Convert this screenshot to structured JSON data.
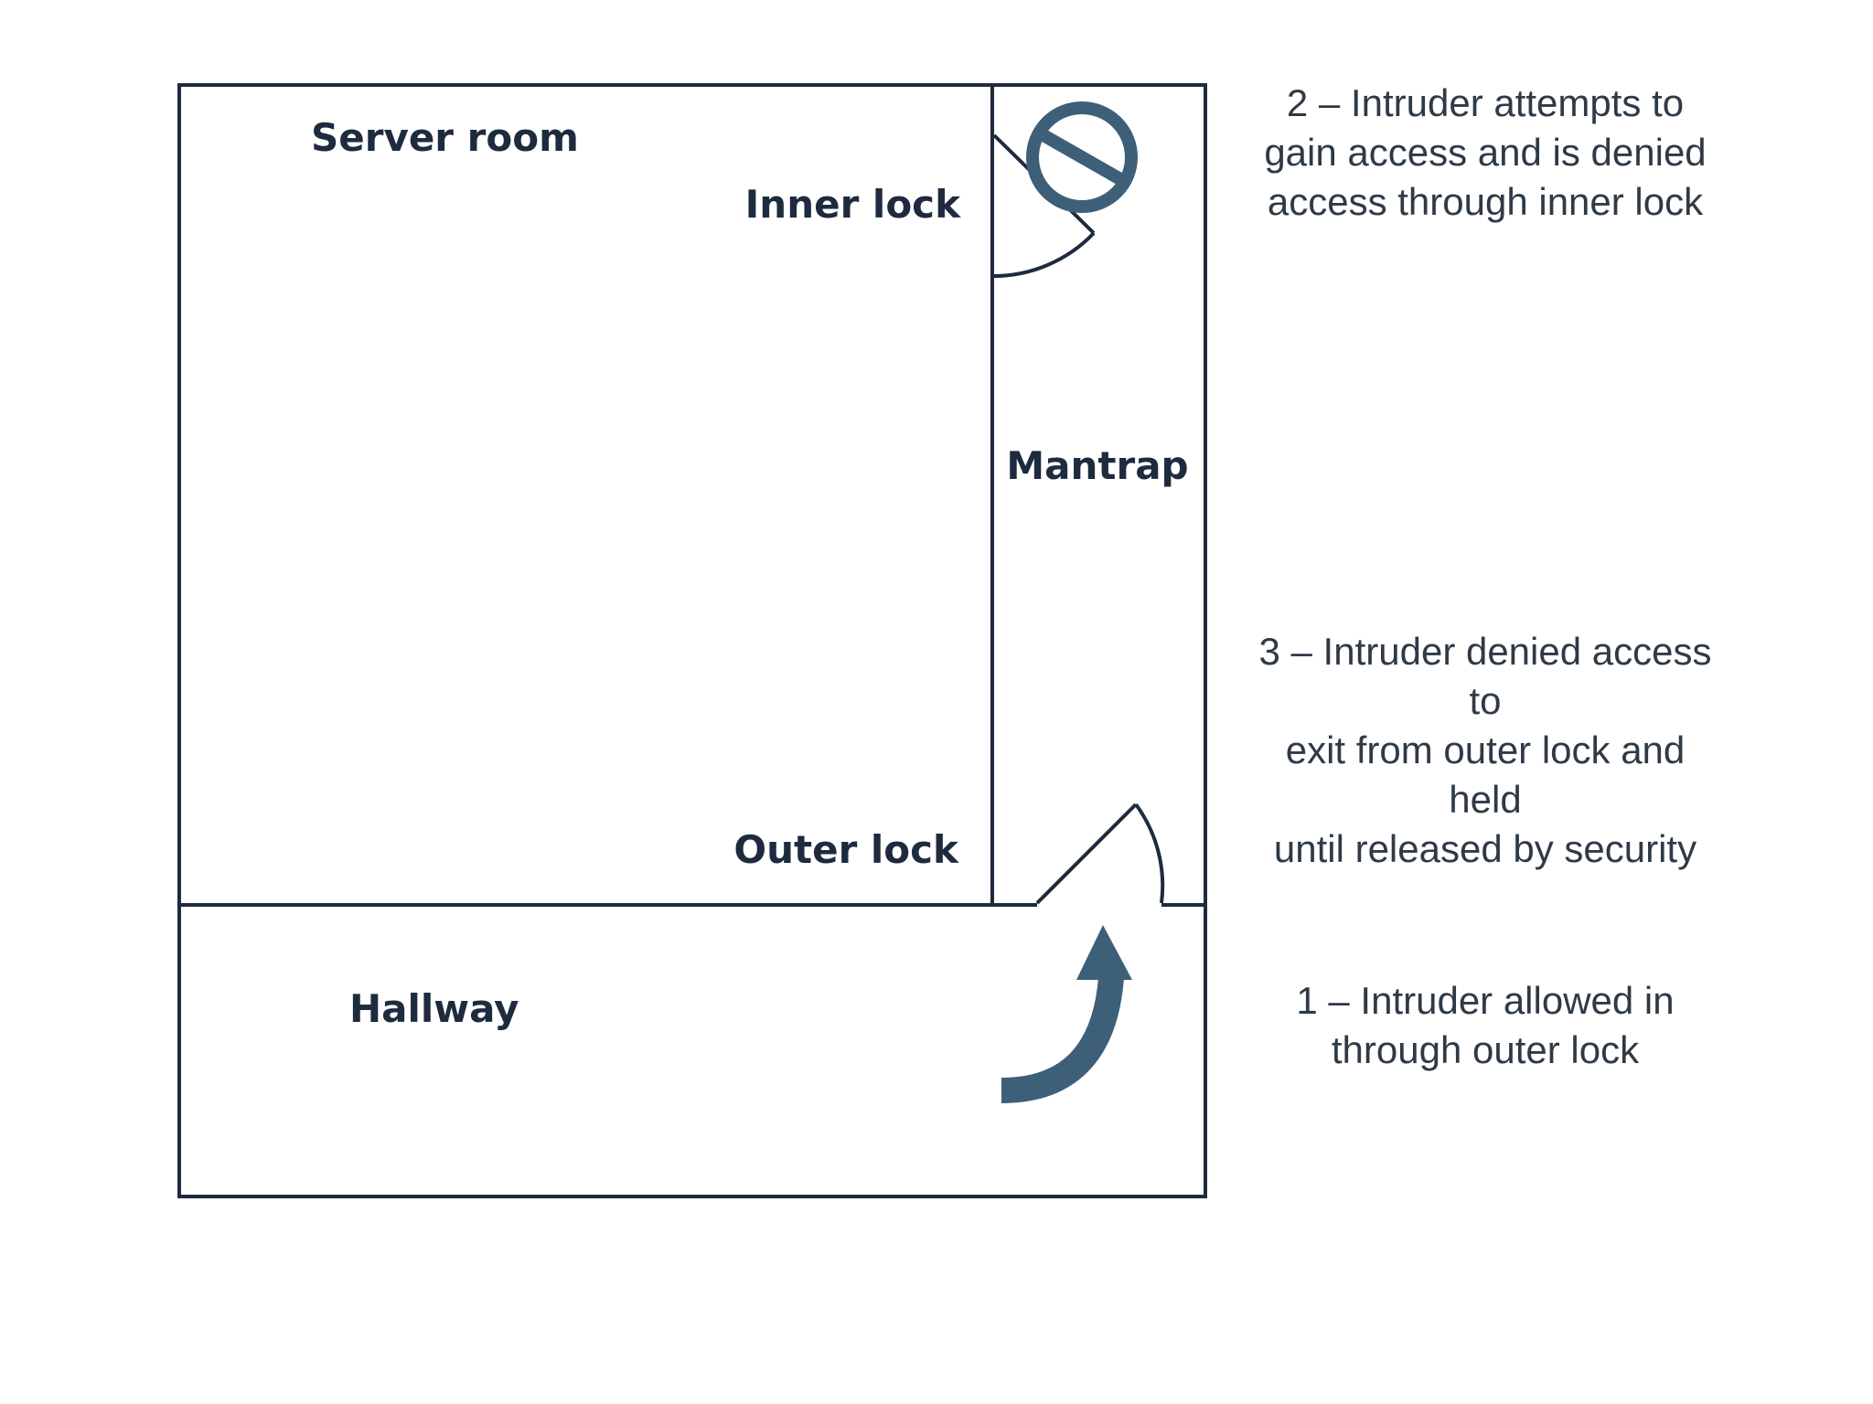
{
  "rooms": {
    "server_room": "Server room",
    "inner_lock": "Inner lock",
    "mantrap": "Mantrap",
    "outer_lock": "Outer lock",
    "hallway": "Hallway"
  },
  "steps": [
    {
      "text": "1 – Intruder allowed in\nthrough outer lock"
    },
    {
      "text": "2 – Intruder attempts to\ngain access and is denied\naccess through inner lock"
    },
    {
      "text": "3 – Intruder denied access to\nexit from outer lock and held\nuntil released by security"
    }
  ],
  "icons": {
    "denied": "no-entry-icon",
    "entry_arrow": "curved-arrow-icon"
  },
  "colors": {
    "wall": "#1e2b3f",
    "accent": "#3e5f78",
    "note_text": "#2f3a47"
  }
}
